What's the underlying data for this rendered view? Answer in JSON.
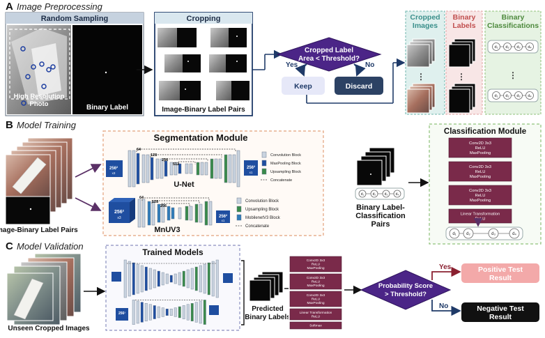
{
  "sections": {
    "a": {
      "letter": "A",
      "title": "Image Preprocessing"
    },
    "b": {
      "letter": "B",
      "title": "Model Training"
    },
    "c": {
      "letter": "C",
      "title": "Model Validation"
    }
  },
  "preprocessing": {
    "random_sampling": "Random Sampling",
    "high_res_line1": "High Resolution",
    "high_res_line2": "Photo",
    "binary_label": "Binary Label",
    "cropping": "Cropping",
    "pairs_caption": "Image-Binary Label Pairs",
    "decision_line1": "Cropped Label",
    "decision_line2": "Area < Threshold?",
    "yes": "Yes",
    "no": "No",
    "keep": "Keep",
    "discard": "Discard",
    "cropped_images_line1": "Cropped",
    "cropped_images_line2": "Images",
    "binary_labels_line1": "Binary",
    "binary_labels_line2": "Labels",
    "binary_class_line1": "Binary",
    "binary_class_line2": "Classifications",
    "d_nodes": [
      "d₁",
      "d₂",
      "d₃",
      "d₄"
    ],
    "d_nodes_bottom": [
      "d₁",
      "d₂",
      "d₃",
      "d₄"
    ],
    "vdots": "⋮"
  },
  "training": {
    "pairs_caption": "Image-Binary Label Pairs",
    "seg_title": "Segmentation Module",
    "unet": "U-Net",
    "mnuv3": "MnUV3",
    "input_256": "256²",
    "input_256_sub": "x3",
    "output_256": "256²",
    "output_256_sub": "x1",
    "n64": "64",
    "n128": "128",
    "n256": "256",
    "n512": "512",
    "legend_unet": [
      "Convolution Block",
      "MaxPooling Block",
      "Upsampling Block",
      "Concatenate"
    ],
    "legend_mnuv3": [
      "Convolution Block",
      "Upsampling Block",
      "MobilenetV3 Block",
      "Concatenate"
    ],
    "bl_line1": "Binary Label-",
    "bl_line2": "Classification",
    "bl_line3": "Pairs",
    "class_title": "Classification Module",
    "conv_block": [
      "Conv2D 3x3",
      "ReLU",
      "MaxPooling"
    ],
    "linear": [
      "Linear Transformation",
      "ReLU"
    ],
    "softmax": "Softmax",
    "d_nodes": [
      "d₁",
      "d₂",
      "d₃",
      "d₄"
    ]
  },
  "validation": {
    "unseen": "Unseen  Cropped Images",
    "trained_models": "Trained Models",
    "predicted_line1": "Predicted",
    "predicted_line2": "Binary Labels",
    "decision_line1": "Probability Score",
    "decision_line2": "> Threshold?",
    "yes": "Yes",
    "no": "No",
    "positive_line1": "Positive Test",
    "positive_line2": "Result",
    "negative_line1": "Negative Test",
    "negative_line2": "Result"
  },
  "colors": {
    "navy": "#1f3a68",
    "purple": "#4b2587",
    "maroon": "#7a2a4a",
    "teal_bg": "#dff0ee",
    "pink_bg": "#f8e6e6",
    "green_bg": "#e6f3e3",
    "keep_bg": "#e6e8f8",
    "discard_bg": "#2c4264",
    "positive_bg": "#f3a9a9",
    "negative_bg": "#111111",
    "seg_border": "#e2a07a",
    "class_border": "#8fc27a",
    "trained_border": "#8a8fc0"
  }
}
